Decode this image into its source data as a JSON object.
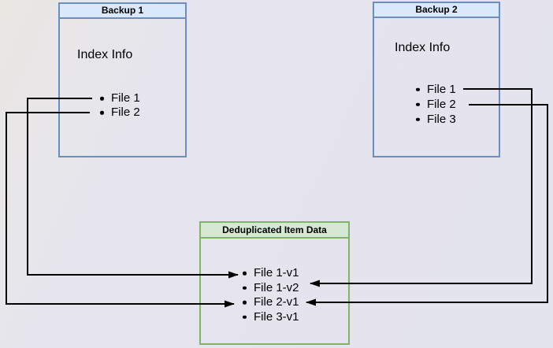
{
  "diagram": {
    "backup1": {
      "title": "Backup 1",
      "subtitle": "Index Info",
      "items": [
        "File 1",
        "File 2"
      ]
    },
    "backup2": {
      "title": "Backup 2",
      "subtitle": "Index Info",
      "items": [
        "File 1",
        "File 2",
        "File 3"
      ]
    },
    "dedup": {
      "title": "Deduplicated Item Data",
      "items": [
        "File 1-v1",
        "File 1-v2",
        "File 2-v1",
        "File 3-v1"
      ]
    },
    "connections": [
      {
        "from": "Backup 1 / File 1",
        "to": "Deduplicated Item Data / File 1-v1"
      },
      {
        "from": "Backup 1 / File 2",
        "to": "Deduplicated Item Data / File 2-v1"
      },
      {
        "from": "Backup 2 / File 1",
        "to": "Deduplicated Item Data / File 1-v2"
      },
      {
        "from": "Backup 2 / File 2",
        "to": "Deduplicated Item Data / File 2-v1"
      }
    ],
    "colors": {
      "background": "#e5e4ee",
      "backup_header_fill": "#dae8fc",
      "backup_border": "#6c8ebf",
      "dedup_header_fill": "#d5e8d4",
      "dedup_border": "#82b366",
      "arrow": "#000000"
    }
  }
}
